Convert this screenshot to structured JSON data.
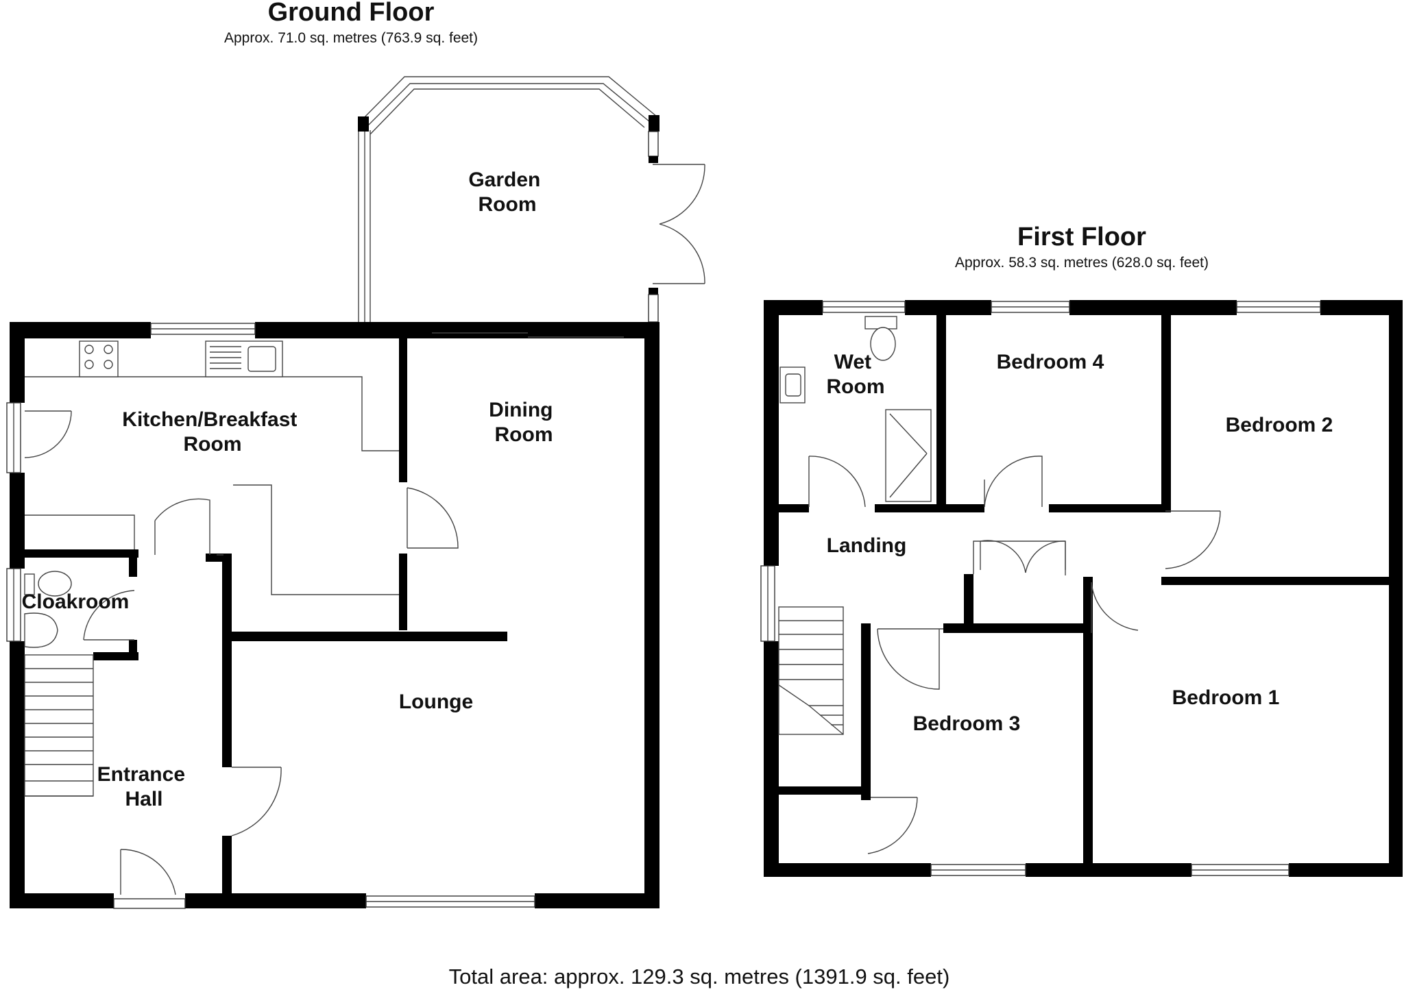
{
  "ground_floor": {
    "title": "Ground Floor",
    "area": "Approx. 71.0 sq. metres (763.9 sq. feet)",
    "rooms": {
      "garden_room": [
        "Garden",
        "Room"
      ],
      "kitchen": [
        "Kitchen/Breakfast",
        "Room"
      ],
      "dining_room": [
        "Dining",
        "Room"
      ],
      "cloakroom": [
        "Cloakroom"
      ],
      "lounge": [
        "Lounge"
      ],
      "entrance_hall": [
        "Entrance",
        "Hall"
      ]
    }
  },
  "first_floor": {
    "title": "First Floor",
    "area": "Approx. 58.3 sq. metres (628.0 sq. feet)",
    "rooms": {
      "wet_room": [
        "Wet",
        "Room"
      ],
      "bedroom_4": [
        "Bedroom 4"
      ],
      "bedroom_2": [
        "Bedroom 2"
      ],
      "landing": [
        "Landing"
      ],
      "bedroom_3": [
        "Bedroom 3"
      ],
      "bedroom_1": [
        "Bedroom 1"
      ]
    }
  },
  "total_area": "Total area: approx. 129.3 sq. metres (1391.9 sq. feet)"
}
